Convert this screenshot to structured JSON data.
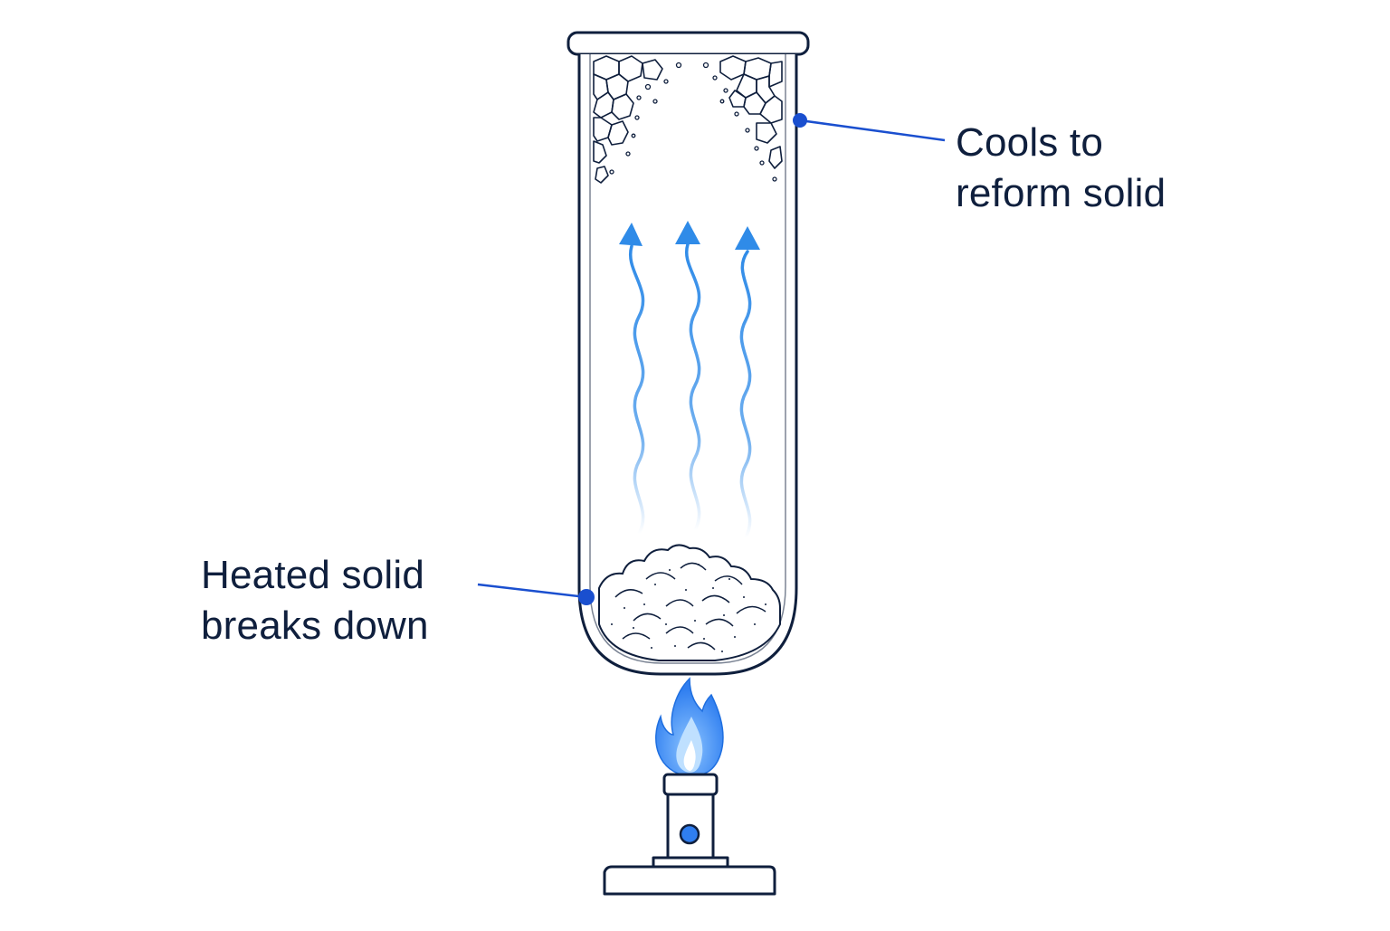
{
  "labels": {
    "top_line1": "Cools to",
    "top_line2": "reform solid",
    "bottom_line1": "Heated solid",
    "bottom_line2": "breaks down"
  },
  "colors": {
    "outline": "#0f1f3d",
    "accent": "#1a4fcf",
    "vapor": "#2f8be8",
    "flame_outer": "#3a8ef0",
    "flame_inner": "#bfe0ff"
  },
  "icons": {
    "flame": "flame-icon",
    "burner": "bunsen-burner-icon",
    "tube": "test-tube-icon"
  }
}
